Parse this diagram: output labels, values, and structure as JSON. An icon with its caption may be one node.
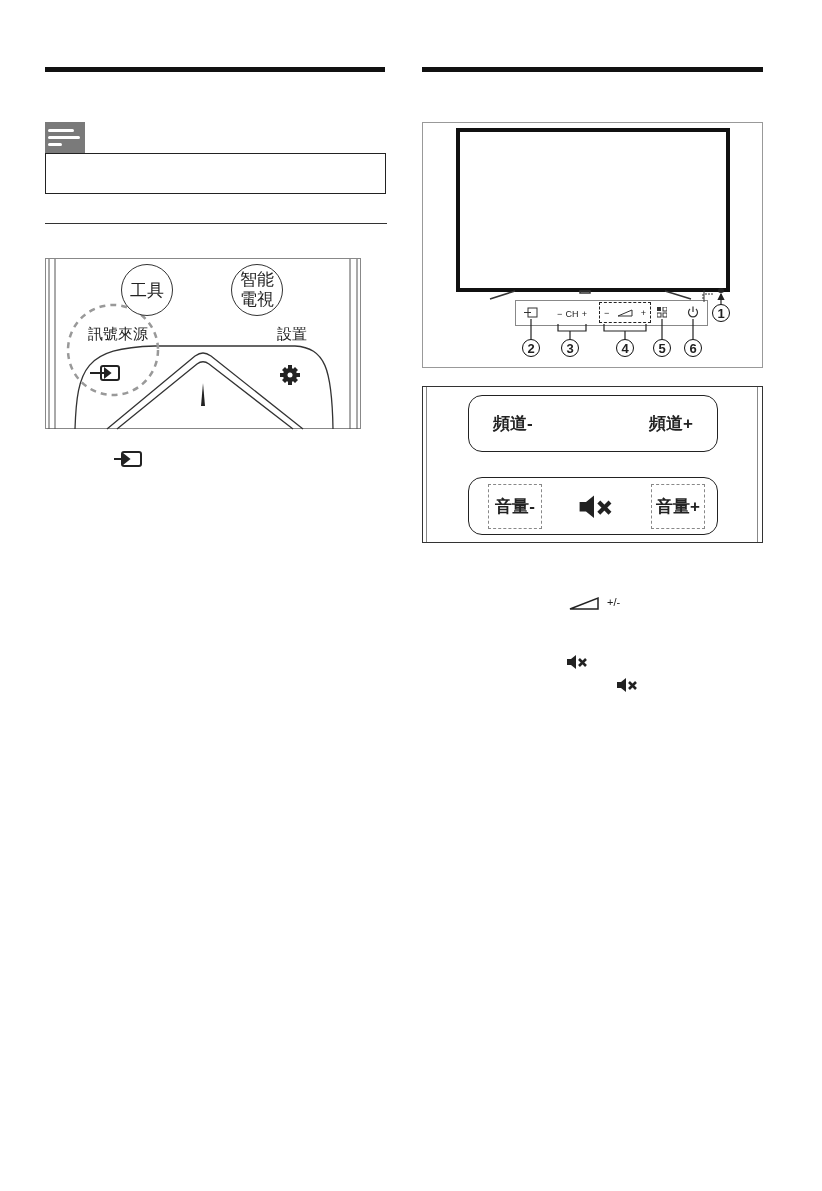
{
  "diagram": {
    "nodes": [
      {
        "text": [
          "工具"
        ]
      },
      {
        "text": [
          "智能電視"
        ]
      },
      {
        "text": [
          "頻道-",
          "頻道+"
        ]
      },
      {
        "text": [],
        "shape": "box"
      },
      {
        "text": [
          "音量-"
        ],
        "in": 3
      },
      {
        "text": [
          "音量+"
        ],
        "in": 3
      },
      {
        "text": [
          "1"
        ]
      },
      {
        "text": [
          "2"
        ]
      },
      {
        "text": [
          "3"
        ]
      },
      {
        "text": [
          "4"
        ]
      },
      {
        "text": [
          "5"
        ]
      },
      {
        "text": [
          "6"
        ]
      },
      {
        "text": [],
        "shape": "circle"
      },
      {
        "text": [],
        "shape": "box"
      },
      {
        "text": [
          "−",
          "CH",
          "+"
        ]
      },
      {
        "text": [
          "−",
          "+"
        ]
      },
      {
        "text": [],
        "shape": "box"
      },
      {
        "text": [],
        "shape": "box"
      },
      {
        "text": [],
        "shape": "box"
      }
    ],
    "edges": [
      {
        "from": 6,
        "to": 12,
        "arrow": "to"
      },
      {
        "from": 7,
        "to": 13,
        "arrow": "none"
      },
      {
        "from": 8,
        "to": 14,
        "arrow": "none"
      },
      {
        "from": 9,
        "to": 15,
        "arrow": "none"
      },
      {
        "from": 10,
        "to": 16,
        "arrow": "none"
      },
      {
        "from": 11,
        "to": 17,
        "arrow": "none"
      }
    ],
    "labels": [
      "訊號來源",
      "設置",
      "+/-"
    ]
  }
}
